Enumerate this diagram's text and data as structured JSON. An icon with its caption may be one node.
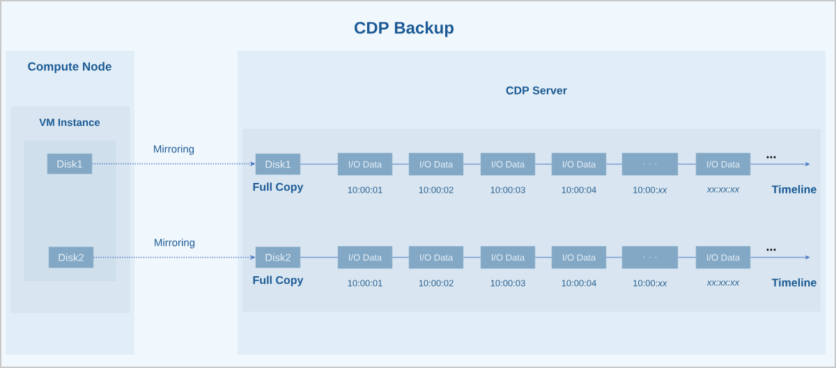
{
  "diagram": {
    "title": "CDP Backup",
    "nodes": [
      {
        "text": [
          "Compute Node"
        ]
      },
      {
        "text": [
          "VM Instance"
        ],
        "in": 0
      },
      {
        "text": [],
        "shape": "box",
        "in": 1
      },
      {
        "text": [
          "Disk1"
        ],
        "in": 2
      },
      {
        "text": [
          "Disk2"
        ],
        "in": 2
      },
      {
        "text": [
          "CDP Server"
        ]
      },
      {
        "text": [],
        "shape": "box",
        "in": 5
      },
      {
        "text": [],
        "shape": "box",
        "in": 5
      },
      {
        "text": [
          "Disk1"
        ],
        "beside": [
          "Full Copy"
        ],
        "in": 7
      },
      {
        "text": [
          "Disk2"
        ],
        "beside": [
          "Full Copy"
        ],
        "in": 7
      },
      {
        "text": [
          "I/O Data"
        ],
        "beside": [
          "10:00:01"
        ],
        "in": 6
      },
      {
        "text": [
          "I/O Data"
        ],
        "beside": [
          "10:00:02"
        ],
        "in": 6
      },
      {
        "text": [
          "I/O Data"
        ],
        "beside": [
          "10:00:03"
        ],
        "in": 6
      },
      {
        "text": [
          "I/O Data"
        ],
        "beside": [
          "10:00:04"
        ],
        "in": 6
      },
      {
        "text": [
          ". . ."
        ],
        "beside": [
          "10:00:*xx*"
        ],
        "in": 6
      },
      {
        "text": [
          "I/O Data"
        ],
        "beside": [
          "xx:xx:xx"
        ],
        "in": 6
      },
      {
        "text": [
          "I/O Data"
        ],
        "beside": [
          "10:00:01"
        ],
        "in": 6
      },
      {
        "text": [
          "I/O Data"
        ],
        "beside": [
          "10:00:02"
        ],
        "in": 6
      },
      {
        "text": [
          "I/O Data"
        ],
        "beside": [
          "10:00:03"
        ],
        "in": 6
      },
      {
        "text": [
          "I/O Data"
        ],
        "beside": [
          "10:00:04"
        ],
        "in": 6
      },
      {
        "text": [
          ". . ."
        ],
        "beside": [
          "10:00:*xx*"
        ],
        "in": 6
      },
      {
        "text": [
          "I/O Data"
        ],
        "beside": [
          "xx:xx:xx"
        ],
        "in": 6
      }
    ],
    "edges": [
      {
        "from": 3,
        "to": 8,
        "arrow": "to",
        "label": "Mirroring",
        "style": "dashed"
      },
      {
        "from": 4,
        "to": 9,
        "arrow": "to",
        "label": "Mirroring",
        "style": "dashed"
      },
      {
        "from": 8,
        "to": 10,
        "arrow": "none"
      },
      {
        "from": 10,
        "to": 11,
        "arrow": "none"
      },
      {
        "from": 11,
        "to": 12,
        "arrow": "none"
      },
      {
        "from": 12,
        "to": 13,
        "arrow": "none"
      },
      {
        "from": 13,
        "to": 14,
        "arrow": "none"
      },
      {
        "from": 14,
        "to": 15,
        "arrow": "none"
      },
      {
        "from": 15,
        "to": null,
        "arrow": "to",
        "label": "Timeline"
      },
      {
        "from": 9,
        "to": 16,
        "arrow": "none"
      },
      {
        "from": 16,
        "to": 17,
        "arrow": "none"
      },
      {
        "from": 17,
        "to": 18,
        "arrow": "none"
      },
      {
        "from": 18,
        "to": 19,
        "arrow": "none"
      },
      {
        "from": 19,
        "to": 20,
        "arrow": "none"
      },
      {
        "from": 20,
        "to": 21,
        "arrow": "none"
      },
      {
        "from": 21,
        "to": null,
        "arrow": "to",
        "label": "Timeline"
      }
    ],
    "labels": [
      "...",
      "..."
    ]
  }
}
